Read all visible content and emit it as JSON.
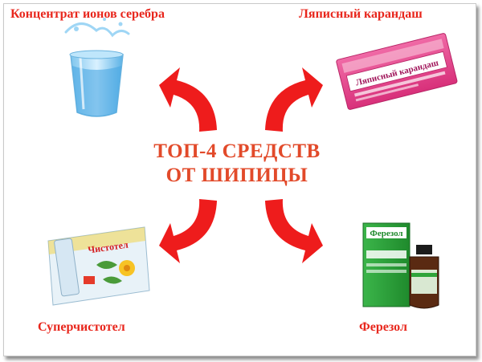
{
  "title": {
    "line1": "ТОП-4 СРЕДСТВ",
    "line2": "ОТ ШИПИЦЫ"
  },
  "items": [
    {
      "label": "Концентрат ионов серебра",
      "icon": "water-glass-icon"
    },
    {
      "label": "Ляписный карандаш",
      "icon": "lapis-pencil-box-icon",
      "package_text": "Ляписный карандаш"
    },
    {
      "label": "Суперчистотел",
      "icon": "superchistotel-package-icon",
      "package_text": "Чистотел"
    },
    {
      "label": "Ферезол",
      "icon": "ferezol-bottle-icon",
      "package_text": "Ферезол"
    }
  ],
  "colors": {
    "accent": "#e8261c",
    "arrow": "#ee1c1c",
    "title": "#e24a2a",
    "ferezol_box": "#2fa43a",
    "pencil_box": "#e9488f"
  }
}
